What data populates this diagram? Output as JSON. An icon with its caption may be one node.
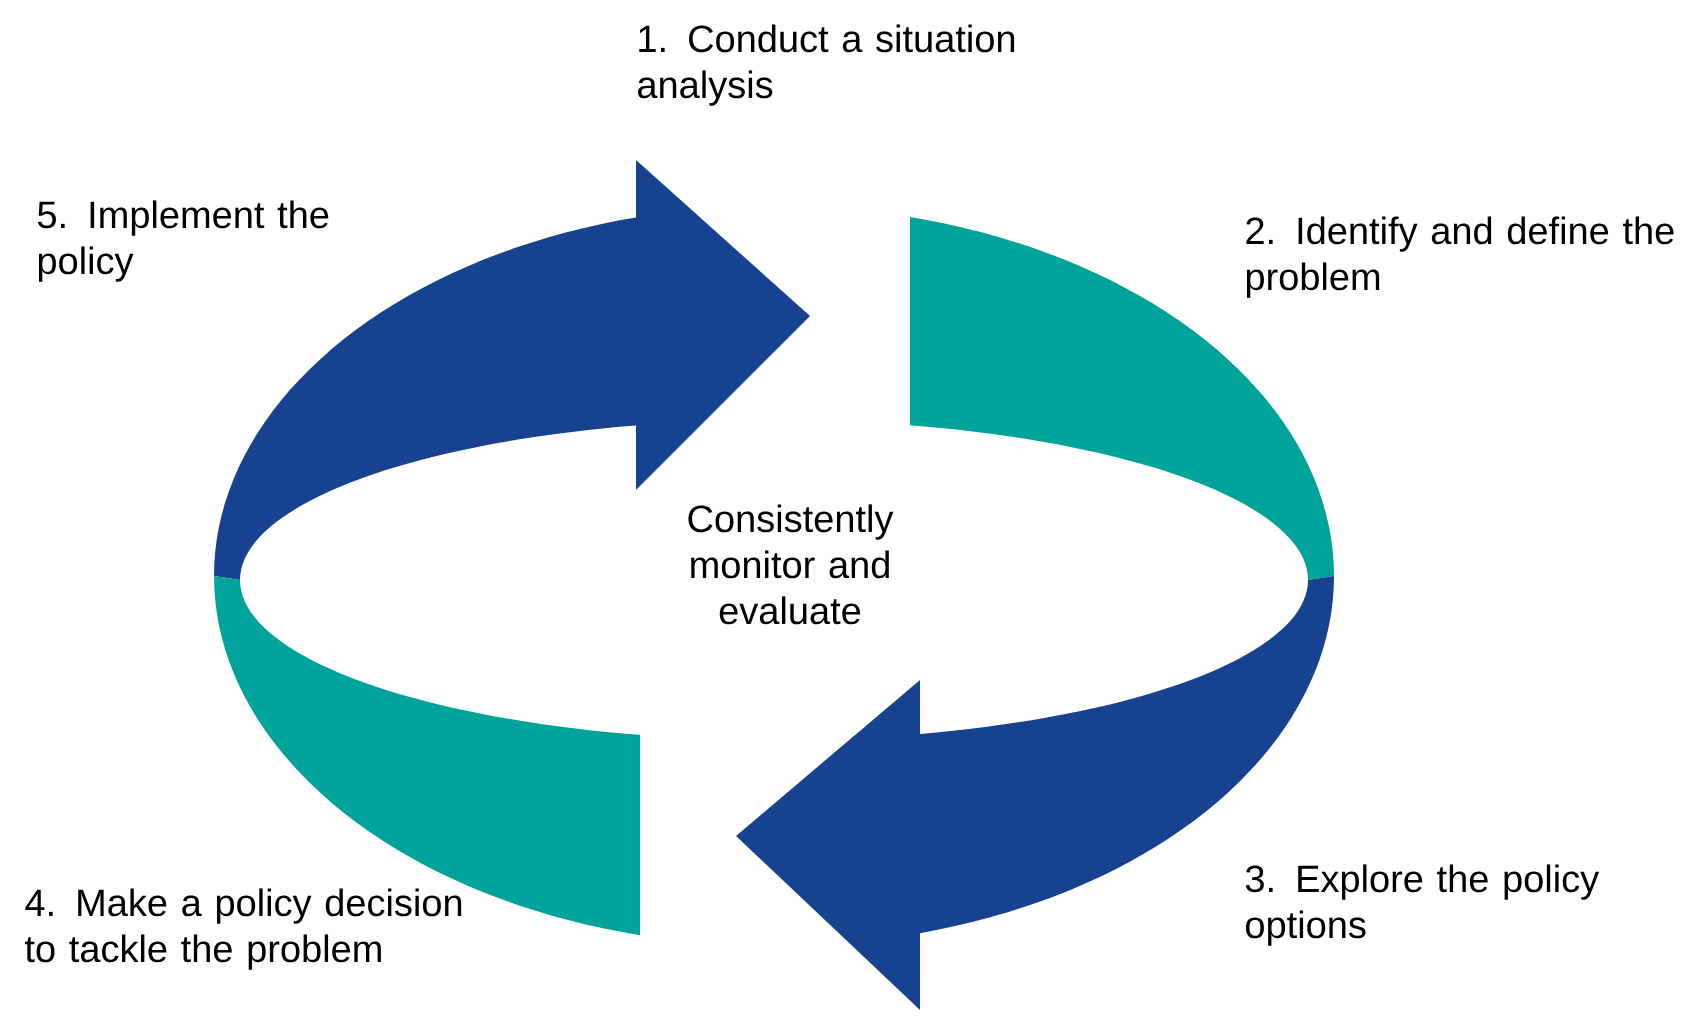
{
  "diagram": {
    "labels": [
      "1. Conduct a situation analysis",
      "5. Implement the policy",
      "2. Identify and define the problem",
      "Consistently monitor and evaluate",
      "3. Explore the policy options",
      "4. Make a policy decision to tackle the problem"
    ]
  }
}
